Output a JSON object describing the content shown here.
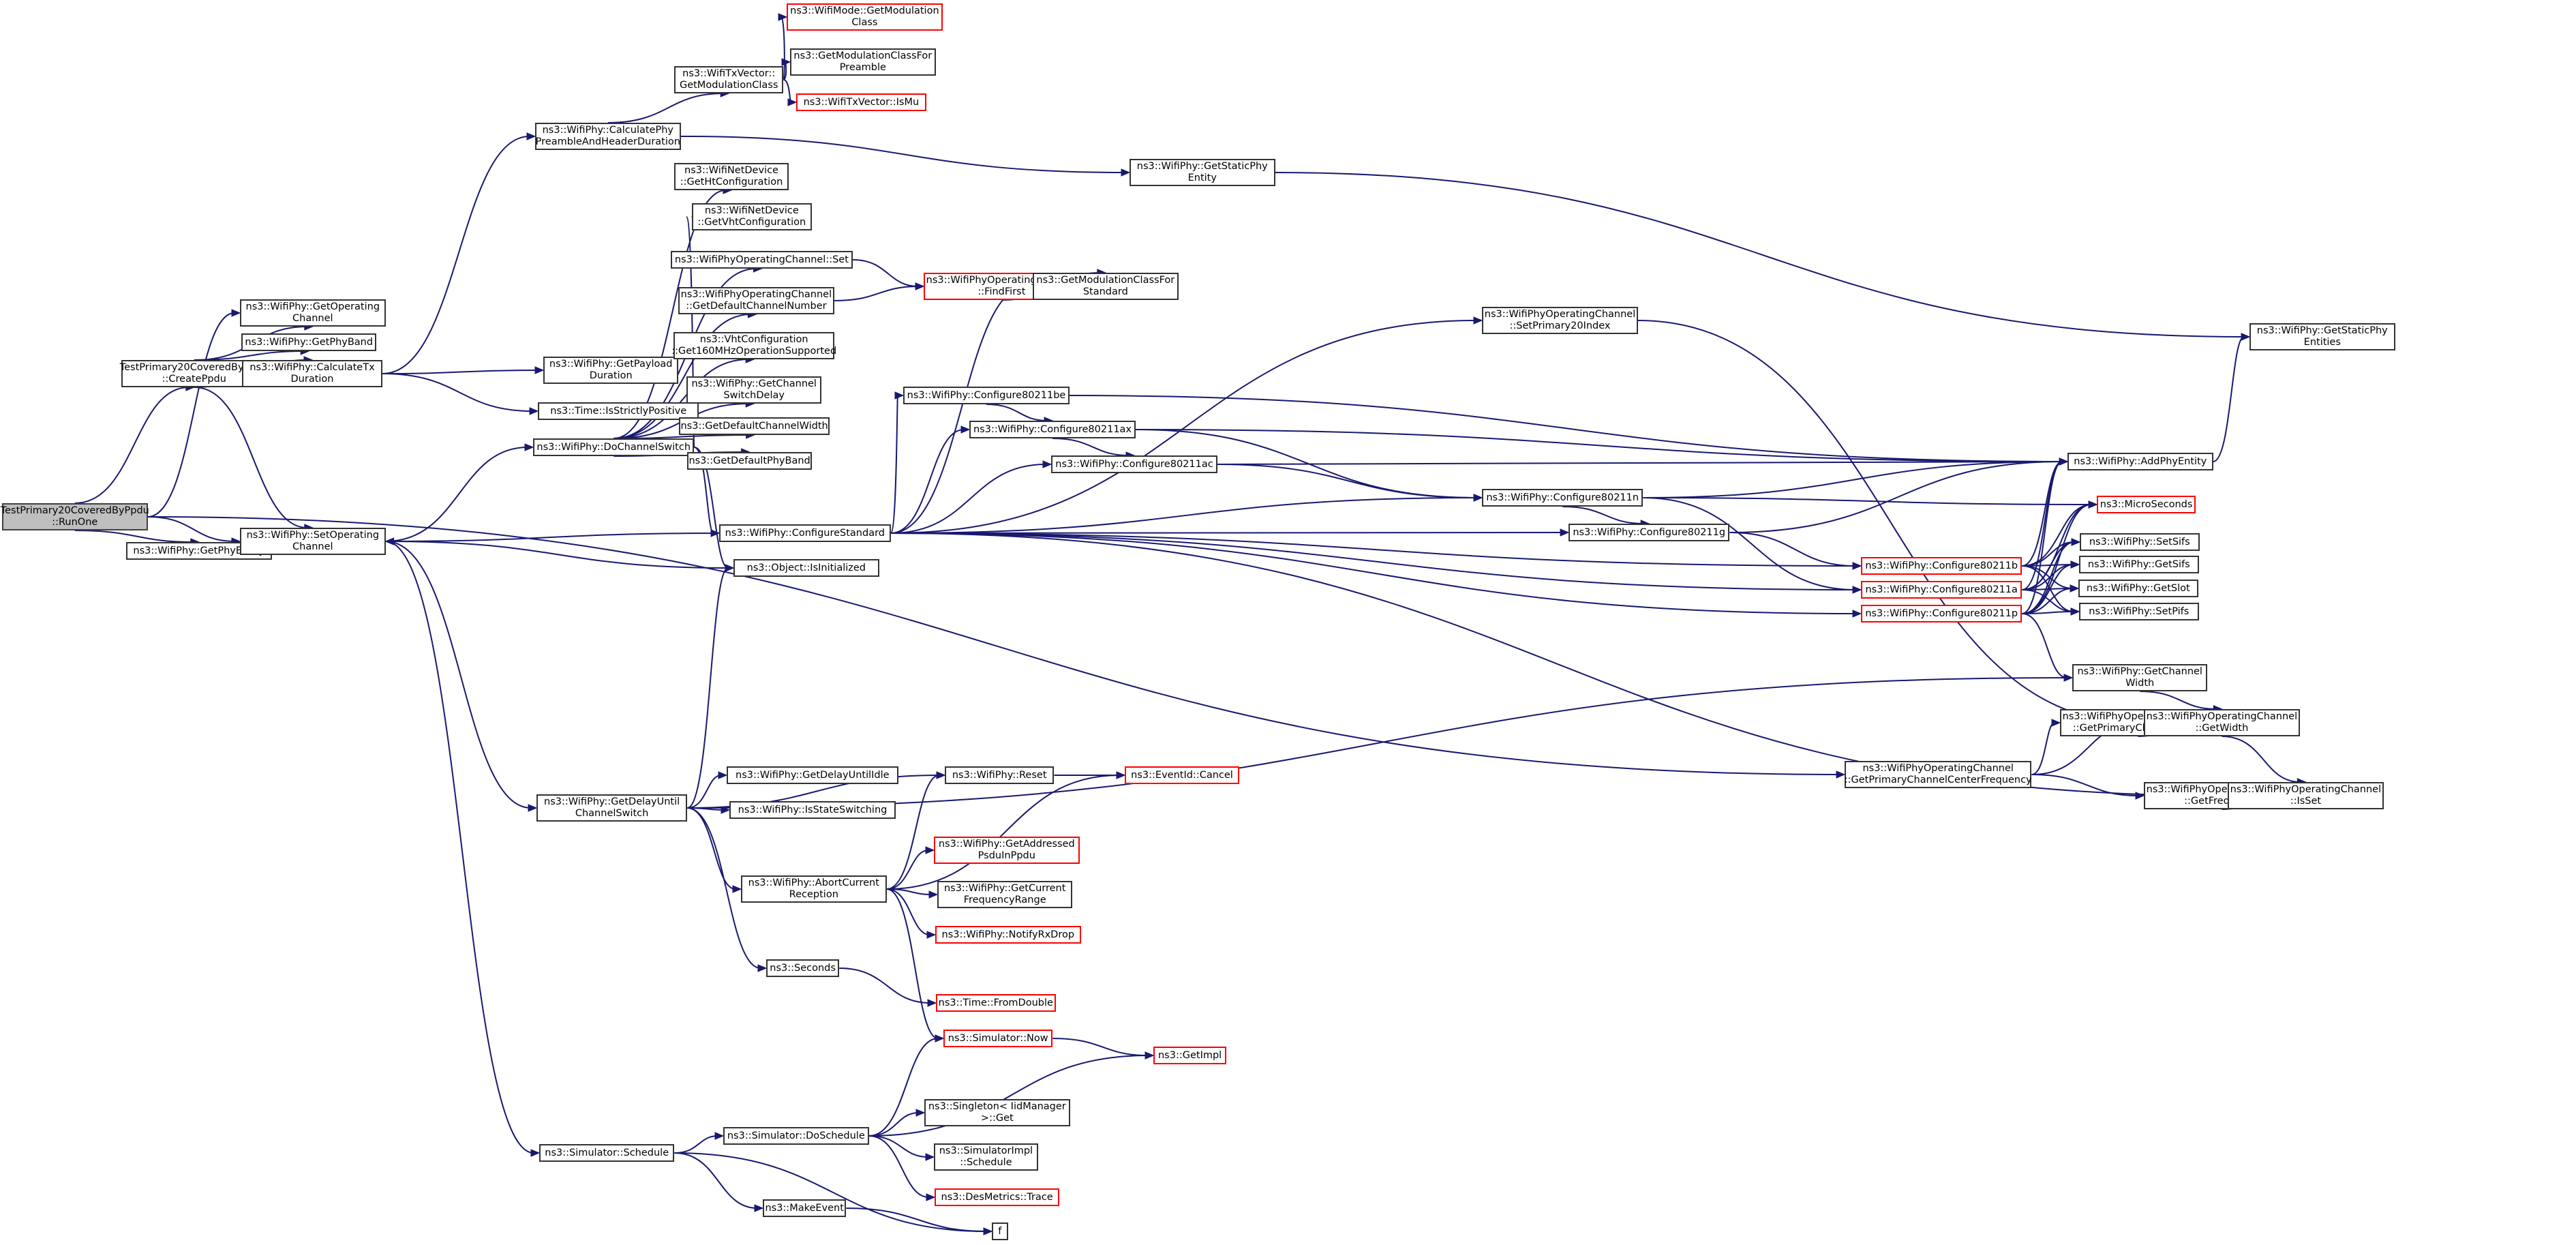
{
  "graph": {
    "title": "Call graph of TestPrimary20CoveredByPpdu::RunOne",
    "colors": {
      "edge": "#191970",
      "node_border": "#333333",
      "undocumented_border": "#ff0000",
      "root_fill": "#bfbfbf"
    },
    "nodes": [
      {
        "id": "runone",
        "label": "TestPrimary20CoveredByPpdu\n::RunOne",
        "style": "root"
      },
      {
        "id": "createppdu",
        "label": "TestPrimary20CoveredByPpdu\n::CreatePpdu",
        "style": "normal"
      },
      {
        "id": "getphyentity",
        "label": "ns3::WifiPhy::GetPhyEntity",
        "style": "normal"
      },
      {
        "id": "getopchan",
        "label": "ns3::WifiPhy::GetOperating\nChannel",
        "style": "normal"
      },
      {
        "id": "getphyband",
        "label": "ns3::WifiPhy::GetPhyBand",
        "style": "normal"
      },
      {
        "id": "calctx",
        "label": "ns3::WifiPhy::CalculateTx\nDuration",
        "style": "normal"
      },
      {
        "id": "setopchan",
        "label": "ns3::WifiPhy::SetOperating\nChannel",
        "style": "normal"
      },
      {
        "id": "calcpre",
        "label": "ns3::WifiPhy::CalculatePhy\nPreambleAndHeaderDuration",
        "style": "normal"
      },
      {
        "id": "getpayload",
        "label": "ns3::WifiPhy::GetPayload\nDuration",
        "style": "normal"
      },
      {
        "id": "strictpos",
        "label": "ns3::Time::IsStrictlyPositive",
        "style": "normal"
      },
      {
        "id": "dochsw",
        "label": "ns3::WifiPhy::DoChannelSwitch",
        "style": "normal"
      },
      {
        "id": "cfgstd",
        "label": "ns3::WifiPhy::ConfigureStandard",
        "style": "normal"
      },
      {
        "id": "isinit",
        "label": "ns3::Object::IsInitialized",
        "style": "normal"
      },
      {
        "id": "getdelay",
        "label": "ns3::WifiPhy::GetDelayUntil\nChannelSwitch",
        "style": "normal"
      },
      {
        "id": "schedule",
        "label": "ns3::Simulator::Schedule",
        "style": "normal"
      },
      {
        "id": "txmodclass",
        "label": "ns3::WifiTxVector::\nGetModulationClass",
        "style": "normal"
      },
      {
        "id": "modemodclass",
        "label": "ns3::WifiMode::GetModulation\nClass",
        "style": "red"
      },
      {
        "id": "modclasspre",
        "label": "ns3::GetModulationClassFor\nPreamble",
        "style": "normal"
      },
      {
        "id": "ismu",
        "label": "ns3::WifiTxVector::IsMu",
        "style": "red"
      },
      {
        "id": "getht",
        "label": "ns3::WifiNetDevice\n::GetHtConfiguration",
        "style": "normal"
      },
      {
        "id": "getvht",
        "label": "ns3::WifiNetDevice\n::GetVhtConfiguration",
        "style": "normal"
      },
      {
        "id": "opchset",
        "label": "ns3::WifiPhyOperatingChannel::Set",
        "style": "normal"
      },
      {
        "id": "defchnum",
        "label": "ns3::WifiPhyOperatingChannel\n::GetDefaultChannelNumber",
        "style": "normal"
      },
      {
        "id": "get160",
        "label": "ns3::VhtConfiguration\n::Get160MHzOperationSupported",
        "style": "normal"
      },
      {
        "id": "chswdelay",
        "label": "ns3::WifiPhy::GetChannel\nSwitchDelay",
        "style": "normal"
      },
      {
        "id": "defchwidth",
        "label": "ns3::GetDefaultChannelWidth",
        "style": "normal"
      },
      {
        "id": "defphyband",
        "label": "ns3::GetDefaultPhyBand",
        "style": "normal"
      },
      {
        "id": "findfirst",
        "label": "ns3::WifiPhyOperatingChannel\n::FindFirst",
        "style": "red"
      },
      {
        "id": "modclassstd",
        "label": "ns3::GetModulationClassFor\nStandard",
        "style": "normal"
      },
      {
        "id": "staticphy",
        "label": "ns3::WifiPhy::GetStaticPhy\nEntity",
        "style": "normal"
      },
      {
        "id": "staticphyents",
        "label": "ns3::WifiPhy::GetStaticPhy\nEntities",
        "style": "normal"
      },
      {
        "id": "setprim20",
        "label": "ns3::WifiPhyOperatingChannel\n::SetPrimary20Index",
        "style": "normal"
      },
      {
        "id": "cfgbe",
        "label": "ns3::WifiPhy::Configure80211be",
        "style": "normal"
      },
      {
        "id": "cfgax",
        "label": "ns3::WifiPhy::Configure80211ax",
        "style": "normal"
      },
      {
        "id": "cfgac",
        "label": "ns3::WifiPhy::Configure80211ac",
        "style": "normal"
      },
      {
        "id": "cfgn",
        "label": "ns3::WifiPhy::Configure80211n",
        "style": "normal"
      },
      {
        "id": "cfgg",
        "label": "ns3::WifiPhy::Configure80211g",
        "style": "normal"
      },
      {
        "id": "cfgb",
        "label": "ns3::WifiPhy::Configure80211b",
        "style": "red"
      },
      {
        "id": "cfga",
        "label": "ns3::WifiPhy::Configure80211a",
        "style": "red"
      },
      {
        "id": "cfgp",
        "label": "ns3::WifiPhy::Configure80211p",
        "style": "red"
      },
      {
        "id": "addphy",
        "label": "ns3::WifiPhy::AddPhyEntity",
        "style": "normal"
      },
      {
        "id": "micro",
        "label": "ns3::MicroSeconds",
        "style": "red"
      },
      {
        "id": "setsifs",
        "label": "ns3::WifiPhy::SetSifs",
        "style": "normal"
      },
      {
        "id": "getsifs",
        "label": "ns3::WifiPhy::GetSifs",
        "style": "normal"
      },
      {
        "id": "getslot",
        "label": "ns3::WifiPhy::GetSlot",
        "style": "normal"
      },
      {
        "id": "setpifs",
        "label": "ns3::WifiPhy::SetPifs",
        "style": "normal"
      },
      {
        "id": "getchwidth",
        "label": "ns3::WifiPhy::GetChannel\nWidth",
        "style": "normal"
      },
      {
        "id": "primchidx",
        "label": "ns3::WifiPhyOperatingChannel\n::GetPrimaryChannelIndex",
        "style": "normal"
      },
      {
        "id": "getwidth",
        "label": "ns3::WifiPhyOperatingChannel\n::GetWidth",
        "style": "normal"
      },
      {
        "id": "primcfreq",
        "label": "ns3::WifiPhyOperatingChannel\n::GetPrimaryChannelCenterFrequency",
        "style": "normal"
      },
      {
        "id": "getfreq",
        "label": "ns3::WifiPhyOperatingChannel\n::GetFrequency",
        "style": "normal"
      },
      {
        "id": "isset",
        "label": "ns3::WifiPhyOperatingChannel\n::IsSet",
        "style": "normal"
      },
      {
        "id": "delayidle",
        "label": "ns3::WifiPhy::GetDelayUntilIdle",
        "style": "normal"
      },
      {
        "id": "isswitching",
        "label": "ns3::WifiPhy::IsStateSwitching",
        "style": "normal"
      },
      {
        "id": "reset",
        "label": "ns3::WifiPhy::Reset",
        "style": "normal"
      },
      {
        "id": "cancel",
        "label": "ns3::EventId::Cancel",
        "style": "red"
      },
      {
        "id": "abort",
        "label": "ns3::WifiPhy::AbortCurrent\nReception",
        "style": "normal"
      },
      {
        "id": "addrpsdu",
        "label": "ns3::WifiPhy::GetAddressed\nPsduInPpdu",
        "style": "red"
      },
      {
        "id": "curfreq",
        "label": "ns3::WifiPhy::GetCurrent\nFrequencyRange",
        "style": "normal"
      },
      {
        "id": "rxdrop",
        "label": "ns3::WifiPhy::NotifyRxDrop",
        "style": "red"
      },
      {
        "id": "seconds",
        "label": "ns3::Seconds",
        "style": "normal"
      },
      {
        "id": "fromdouble",
        "label": "ns3::Time::FromDouble",
        "style": "red"
      },
      {
        "id": "simnow",
        "label": "ns3::Simulator::Now",
        "style": "red"
      },
      {
        "id": "getimpl",
        "label": "ns3::GetImpl",
        "style": "red"
      },
      {
        "id": "dosched",
        "label": "ns3::Simulator::DoSchedule",
        "style": "normal"
      },
      {
        "id": "singleton",
        "label": "ns3::Singleton< IidManager\n>::Get",
        "style": "normal"
      },
      {
        "id": "simimplsched",
        "label": "ns3::SimulatorImpl\n::Schedule",
        "style": "normal"
      },
      {
        "id": "desmetrics",
        "label": "ns3::DesMetrics::Trace",
        "style": "red"
      },
      {
        "id": "makeevent",
        "label": "ns3::MakeEvent",
        "style": "normal"
      },
      {
        "id": "f",
        "label": "f",
        "style": "normal"
      }
    ],
    "edges": [
      [
        "runone",
        "createppdu"
      ],
      [
        "runone",
        "getopchan"
      ],
      [
        "runone",
        "setopchan"
      ],
      [
        "runone",
        "getphyentity"
      ],
      [
        "runone",
        "primcfreq"
      ],
      [
        "createppdu",
        "getopchan"
      ],
      [
        "createppdu",
        "getphyband"
      ],
      [
        "createppdu",
        "calctx"
      ],
      [
        "createppdu",
        "setopchan"
      ],
      [
        "calctx",
        "calcpre"
      ],
      [
        "calctx",
        "getpayload"
      ],
      [
        "calctx",
        "strictpos"
      ],
      [
        "setopchan",
        "dochsw"
      ],
      [
        "setopchan",
        "isinit"
      ],
      [
        "setopchan",
        "getdelay"
      ],
      [
        "setopchan",
        "schedule"
      ],
      [
        "calcpre",
        "txmodclass"
      ],
      [
        "calcpre",
        "staticphy"
      ],
      [
        "txmodclass",
        "modemodclass"
      ],
      [
        "txmodclass",
        "modclasspre"
      ],
      [
        "txmodclass",
        "ismu"
      ],
      [
        "dochsw",
        "getht"
      ],
      [
        "dochsw",
        "getvht"
      ],
      [
        "dochsw",
        "opchset"
      ],
      [
        "dochsw",
        "defchnum"
      ],
      [
        "dochsw",
        "get160"
      ],
      [
        "dochsw",
        "chswdelay"
      ],
      [
        "dochsw",
        "defchwidth"
      ],
      [
        "dochsw",
        "defphyband"
      ],
      [
        "dochsw",
        "cfgstd"
      ],
      [
        "dochsw",
        "isinit"
      ],
      [
        "opchset",
        "findfirst"
      ],
      [
        "defchnum",
        "findfirst"
      ],
      [
        "findfirst",
        "modclassstd"
      ],
      [
        "cfgstd",
        "setopchan"
      ],
      [
        "cfgstd",
        "modclassstd"
      ],
      [
        "cfgstd",
        "setprim20"
      ],
      [
        "cfgstd",
        "cfgbe"
      ],
      [
        "cfgstd",
        "cfgax"
      ],
      [
        "cfgstd",
        "cfgac"
      ],
      [
        "cfgstd",
        "cfgn"
      ],
      [
        "cfgstd",
        "cfgg"
      ],
      [
        "cfgstd",
        "cfgb"
      ],
      [
        "cfgstd",
        "cfga"
      ],
      [
        "cfgstd",
        "cfgp"
      ],
      [
        "cfgstd",
        "isset"
      ],
      [
        "cfgbe",
        "cfgax"
      ],
      [
        "cfgbe",
        "addphy"
      ],
      [
        "cfgax",
        "cfgac"
      ],
      [
        "cfgax",
        "cfgn"
      ],
      [
        "cfgax",
        "addphy"
      ],
      [
        "cfgac",
        "cfgn"
      ],
      [
        "cfgac",
        "addphy"
      ],
      [
        "cfgn",
        "cfgg"
      ],
      [
        "cfgn",
        "addphy"
      ],
      [
        "cfgn",
        "micro"
      ],
      [
        "cfgn",
        "cfga"
      ],
      [
        "cfgg",
        "cfgb"
      ],
      [
        "cfgg",
        "addphy"
      ],
      [
        "cfgb",
        "addphy"
      ],
      [
        "cfgb",
        "micro"
      ],
      [
        "cfgb",
        "setsifs"
      ],
      [
        "cfgb",
        "getsifs"
      ],
      [
        "cfgb",
        "getslot"
      ],
      [
        "cfgb",
        "setpifs"
      ],
      [
        "cfga",
        "addphy"
      ],
      [
        "cfga",
        "micro"
      ],
      [
        "cfga",
        "setsifs"
      ],
      [
        "cfga",
        "getsifs"
      ],
      [
        "cfga",
        "getslot"
      ],
      [
        "cfga",
        "setpifs"
      ],
      [
        "cfgp",
        "addphy"
      ],
      [
        "cfgp",
        "micro"
      ],
      [
        "cfgp",
        "setsifs"
      ],
      [
        "cfgp",
        "getsifs"
      ],
      [
        "cfgp",
        "getslot"
      ],
      [
        "cfgp",
        "setpifs"
      ],
      [
        "cfgp",
        "getchwidth"
      ],
      [
        "addphy",
        "staticphyents"
      ],
      [
        "staticphy",
        "staticphyents"
      ],
      [
        "setprim20",
        "getwidth"
      ],
      [
        "getchwidth",
        "getwidth"
      ],
      [
        "primchidx",
        "getwidth"
      ],
      [
        "getwidth",
        "isset"
      ],
      [
        "primcfreq",
        "primchidx"
      ],
      [
        "primcfreq",
        "getwidth"
      ],
      [
        "primcfreq",
        "getfreq"
      ],
      [
        "getfreq",
        "isset"
      ],
      [
        "getdelay",
        "delayidle"
      ],
      [
        "getdelay",
        "isswitching"
      ],
      [
        "getdelay",
        "reset"
      ],
      [
        "getdelay",
        "abort"
      ],
      [
        "getdelay",
        "seconds"
      ],
      [
        "getdelay",
        "getchwidth"
      ],
      [
        "getdelay",
        "isinit"
      ],
      [
        "reset",
        "cancel"
      ],
      [
        "abort",
        "reset"
      ],
      [
        "abort",
        "addrpsdu"
      ],
      [
        "abort",
        "curfreq"
      ],
      [
        "abort",
        "rxdrop"
      ],
      [
        "abort",
        "cancel"
      ],
      [
        "abort",
        "simnow"
      ],
      [
        "seconds",
        "fromdouble"
      ],
      [
        "simnow",
        "getimpl"
      ],
      [
        "schedule",
        "dosched"
      ],
      [
        "schedule",
        "makeevent"
      ],
      [
        "schedule",
        "f"
      ],
      [
        "dosched",
        "simnow"
      ],
      [
        "dosched",
        "getimpl"
      ],
      [
        "dosched",
        "singleton"
      ],
      [
        "dosched",
        "simimplsched"
      ],
      [
        "dosched",
        "desmetrics"
      ],
      [
        "makeevent",
        "f"
      ]
    ]
  }
}
